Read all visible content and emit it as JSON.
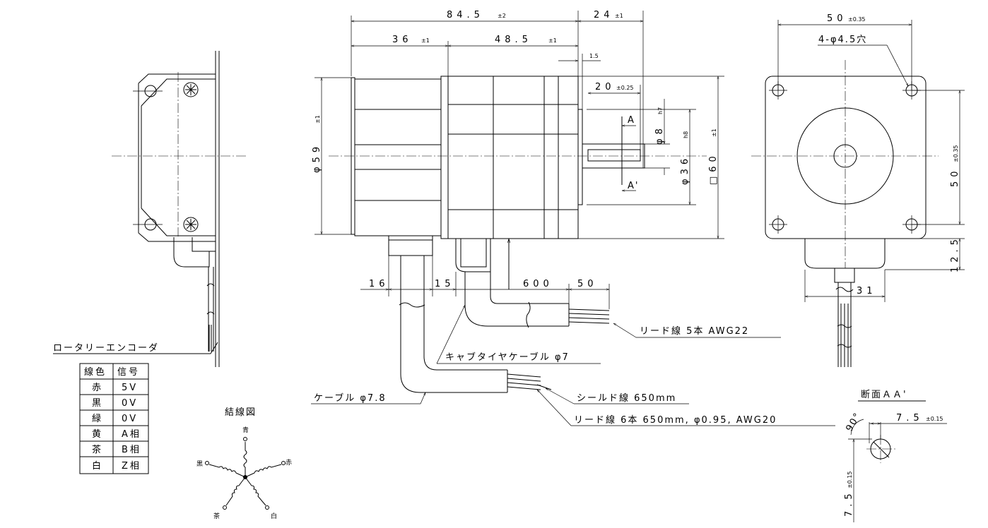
{
  "dimensions": {
    "total_length": "84.5",
    "total_length_tol": "±2",
    "encoder_length": "36",
    "encoder_length_tol": "±1",
    "motor_length": "48.5",
    "motor_length_tol": "±1",
    "shaft_length": "24",
    "shaft_length_tol": "±1",
    "boss_length": "1.5",
    "shaft_usable_length": "20",
    "shaft_usable_tol": "±0.25",
    "encoder_dia": "φ59",
    "encoder_dia_tol": "±1",
    "shaft_dia": "φ8",
    "shaft_dia_fit": "h7",
    "pilot_dia": "φ36",
    "pilot_dia_fit": "h8",
    "flange_square": "□60",
    "flange_square_tol": "±1",
    "flange_width": "50",
    "flange_width_tol": "±0.35",
    "flange_height": "50",
    "flange_height_tol": "±0.35",
    "mounting_holes": "4-φ4.5穴",
    "connector_height": "12.5",
    "connector_width": "31",
    "cable_16": "16",
    "cable_15": "15",
    "lead_600": "600",
    "lead_50": "50",
    "section_angle": "90°",
    "section_flat": "7.5",
    "section_flat_tol": "±0.15",
    "section_flat_v": "7.5",
    "section_flat_v_tol": "±0.15"
  },
  "labels": {
    "rotary_encoder": "ロータリーエンコーダ",
    "wiring_diagram": "結線図",
    "section_title": "断面ＡＡ'",
    "section_a": "A",
    "section_a_prime": "A'",
    "lead_5": "リード線 5本 AWG22",
    "cabtire": "キャブタイヤケーブル φ7",
    "cable_78": "ケーブル φ7.8",
    "shield": "シールド線 650mm",
    "lead_6": "リード線 6本 650mm, φ0.95, AWG20"
  },
  "table": {
    "headers": [
      "線色",
      "信号"
    ],
    "rows": [
      [
        "赤",
        "5V"
      ],
      [
        "黒",
        "0V"
      ],
      [
        "緑",
        "0V"
      ],
      [
        "黄",
        "A相"
      ],
      [
        "茶",
        "B相"
      ],
      [
        "白",
        "Z相"
      ]
    ]
  },
  "wiring": {
    "blue": "青",
    "red": "赤",
    "black": "黒",
    "brown": "茶",
    "white": "白"
  }
}
